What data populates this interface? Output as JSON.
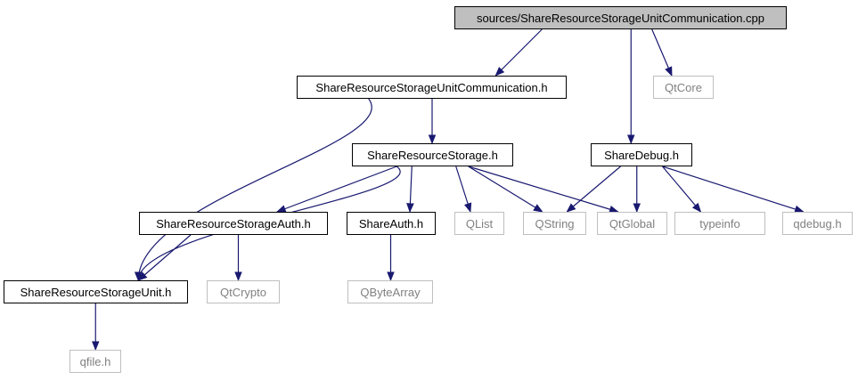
{
  "nodes": {
    "root": "sources/ShareResourceStorageUnitCommunication.cpp",
    "unitcomm_h": "ShareResourceStorageUnitCommunication.h",
    "qtcore": "QtCore",
    "storage_h": "ShareResourceStorage.h",
    "debug_h": "ShareDebug.h",
    "auth_storage_h": "ShareResourceStorageAuth.h",
    "auth_h": "ShareAuth.h",
    "qlist": "QList",
    "qstring": "QString",
    "qtglobal": "QtGlobal",
    "typeinfo": "typeinfo",
    "qdebug_h": "qdebug.h",
    "unit_h": "ShareResourceStorageUnit.h",
    "qtcrypto": "QtCrypto",
    "qbytearray": "QByteArray",
    "qfile_h": "qfile.h"
  },
  "colors": {
    "edge": "#191970",
    "root_fill": "#bfbfbf",
    "solid_border": "#000000",
    "ghost_border": "#bfbfbf",
    "ghost_text": "#808080"
  },
  "edges": [
    [
      "root",
      "unitcomm_h"
    ],
    [
      "root",
      "qtcore"
    ],
    [
      "root",
      "debug_h"
    ],
    [
      "unitcomm_h",
      "storage_h"
    ],
    [
      "unitcomm_h",
      "unit_h"
    ],
    [
      "storage_h",
      "unit_h"
    ],
    [
      "storage_h",
      "auth_storage_h"
    ],
    [
      "storage_h",
      "auth_h"
    ],
    [
      "storage_h",
      "qlist"
    ],
    [
      "storage_h",
      "qstring"
    ],
    [
      "storage_h",
      "qtglobal"
    ],
    [
      "debug_h",
      "qstring"
    ],
    [
      "debug_h",
      "qtglobal"
    ],
    [
      "debug_h",
      "typeinfo"
    ],
    [
      "debug_h",
      "qdebug_h"
    ],
    [
      "auth_storage_h",
      "unit_h"
    ],
    [
      "auth_storage_h",
      "qtcrypto"
    ],
    [
      "auth_h",
      "qbytearray"
    ],
    [
      "unit_h",
      "qfile_h"
    ]
  ]
}
